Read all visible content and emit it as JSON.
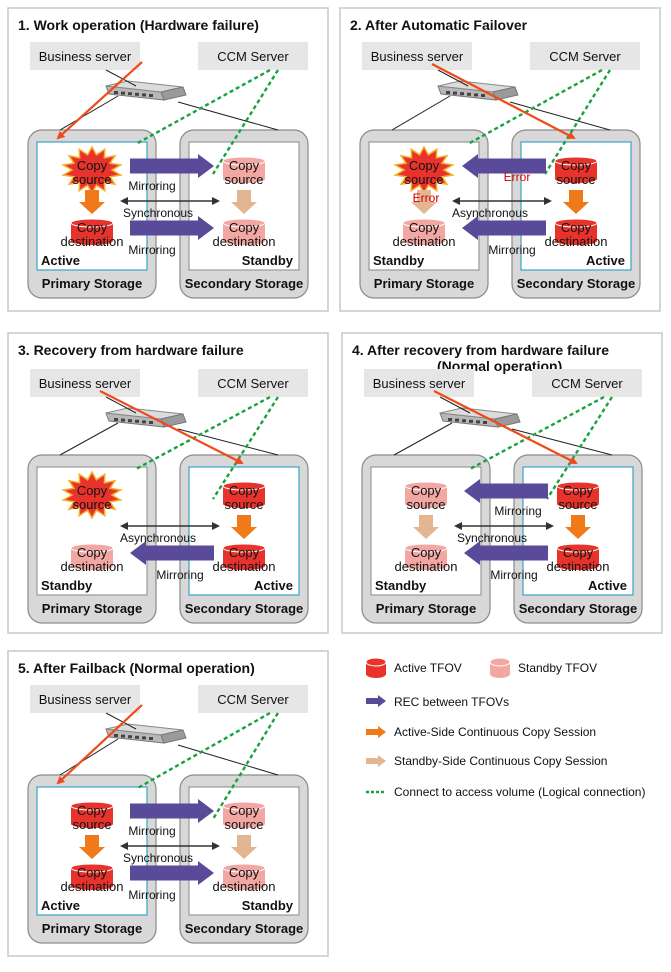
{
  "colors": {
    "active_tfov": "#e8332c",
    "standby_tfov": "#f2a7a2",
    "rec_arrow": "#5a4a9a",
    "active_copy": "#f07a1a",
    "standby_copy": "#e2b692",
    "access_line": "#17a23e",
    "link_line": "#ee4a1a",
    "error": "#d40000"
  },
  "labels": {
    "business_server": "Business server",
    "ccm_server": "CCM Server",
    "copy_source_1": "Copy",
    "copy_source_2": "source",
    "copy_dest_1": "Copy",
    "copy_dest_2": "destination",
    "mirroring": "Mirroring",
    "synchronous": "Synchronous",
    "asynchronous": "Asynchronous",
    "error": "Error",
    "active": "Active",
    "standby": "Standby",
    "primary_storage": "Primary Storage",
    "secondary_storage": "Secondary Storage"
  },
  "panels": [
    {
      "id": "p1",
      "title": "1. Work operation (Hardware failure)",
      "title2": ""
    },
    {
      "id": "p2",
      "title": "2. After Automatic Failover",
      "title2": ""
    },
    {
      "id": "p3",
      "title": "3. Recovery from hardware failure",
      "title2": ""
    },
    {
      "id": "p4",
      "title": "4. After recovery from hardware failure",
      "title2": "(Normal operation)"
    },
    {
      "id": "p5",
      "title": "5. After Failback (Normal operation)",
      "title2": ""
    }
  ],
  "legend": {
    "active_tfov": "Active TFOV",
    "standby_tfov": "Standby TFOV",
    "rec": "REC between TFOVs",
    "active_session": "Active-Side Continuous Copy Session",
    "standby_session": "Standby-Side Continuous Copy Session",
    "access": "Connect to access volume (Logical connection)"
  }
}
